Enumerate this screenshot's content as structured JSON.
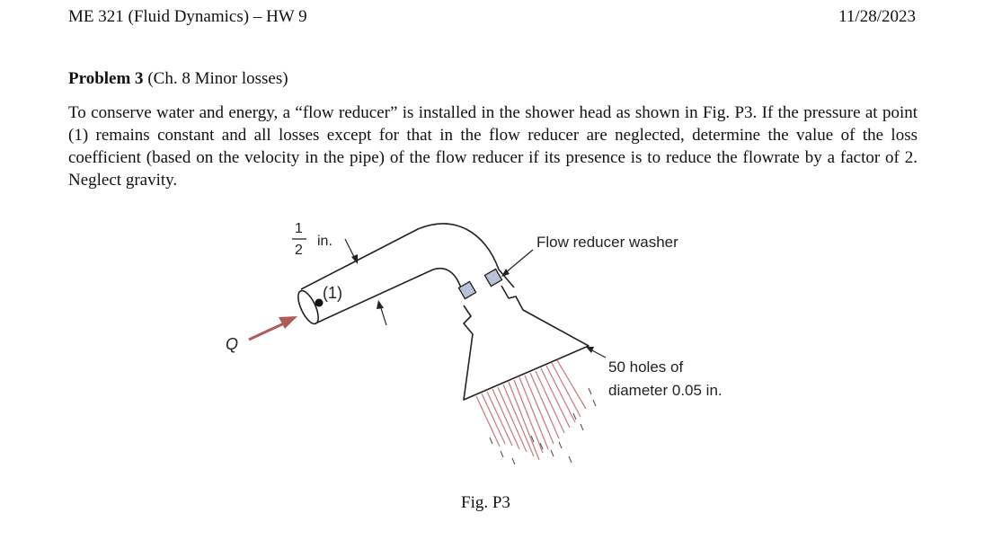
{
  "header": {
    "course": "ME 321 (Fluid Dynamics) – HW 9",
    "date": "11/28/2023"
  },
  "problem": {
    "label": "Problem 3",
    "chapter": "(Ch. 8 Minor losses)",
    "text": "To conserve water and energy, a “flow reducer” is installed in the shower head as shown in Fig. P3. If the pressure at point (1) remains constant and all losses except for that in the flow reducer are neglected, determine the value of the loss coefficient (based on the velocity in the pipe) of the flow reducer if its presence is to reduce the flowrate by a factor of 2. Neglect gravity."
  },
  "figure": {
    "caption": "Fig. P3",
    "diameter_numerator": "1",
    "diameter_denominator": "2",
    "diameter_unit": "in.",
    "point_label": "(1)",
    "flow_label": "Q",
    "washer_label": "Flow reducer washer",
    "holes_line1": "50 holes of",
    "holes_line2": "diameter 0.05 in.",
    "colors": {
      "flow_arrow": "#b05a5a",
      "water_streams": "#c98080",
      "washer": "#b8c2d8",
      "outline": "#222222"
    }
  }
}
